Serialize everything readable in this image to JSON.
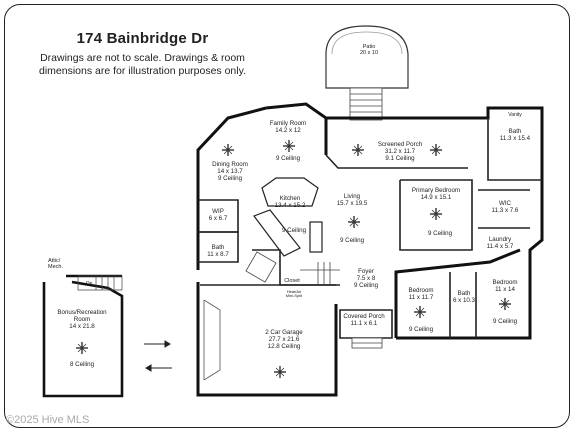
{
  "header": {
    "title": "174 Bainbridge Dr",
    "disclaimer_line1": "Drawings are not to scale. Drawings & room",
    "disclaimer_line2": "dimensions are for illustration purposes only."
  },
  "rooms": {
    "patio": {
      "name": "Patio",
      "dims": "20 x 10"
    },
    "family_room": {
      "name": "Family Room",
      "dims": "14.2 x 12",
      "ceiling": "9 Ceiling"
    },
    "screened_porch": {
      "name": "Screened Porch",
      "dims": "31.2 x 11.7",
      "ceiling": "9.1 Ceiling"
    },
    "bath_primary": {
      "name": "Bath",
      "dims": "11.3 x 15.4"
    },
    "vanity": {
      "name": "Vanity"
    },
    "dining_room": {
      "name": "Dining Room",
      "dims": "14 x 13.7",
      "ceiling": "9 Ceiling"
    },
    "kitchen": {
      "name": "Kitchen",
      "dims": "13.4 x 15.2",
      "ceiling": "9 Ceiling"
    },
    "living": {
      "name": "Living",
      "dims": "15.7 x 19.5",
      "ceiling": "9 Ceiling"
    },
    "primary_bedroom": {
      "name": "Primary Bedroom",
      "dims": "14.9 x 15.1",
      "ceiling": "9 Ceiling"
    },
    "wic": {
      "name": "WIC",
      "dims": "11.3 x 7.6"
    },
    "wip": {
      "name": "WIP",
      "dims": "6 x 6.7"
    },
    "bath_hall": {
      "name": "Bath",
      "dims": "11 x 8.7"
    },
    "laundry": {
      "name": "Laundry",
      "dims": "11.4 x 5.7"
    },
    "attic": {
      "name": "Attic/",
      "name2": "Mech."
    },
    "dn": {
      "name": "Dn"
    },
    "closet": {
      "name": "Closet"
    },
    "heat_air": {
      "name": "Heat/Air",
      "name2": "Mini-Split"
    },
    "foyer": {
      "name": "Foyer",
      "dims": "7.5 x 8",
      "ceiling": "9 Ceiling"
    },
    "bedroom2": {
      "name": "Bedroom",
      "dims": "11 x 11.7",
      "ceiling": "9 Ceiling"
    },
    "bath3": {
      "name": "Bath",
      "dims": "6 x 10.3"
    },
    "bedroom3": {
      "name": "Bedroom",
      "dims": "11 x 14",
      "ceiling": "9 Ceiling"
    },
    "bonus_room": {
      "name": "Bonus/Recreation",
      "name2": "Room",
      "dims": "14 x 21.8",
      "ceiling": "8 Ceiling"
    },
    "garage": {
      "name": "2 Car Garage",
      "dims": "27.7 x 21.6",
      "ceiling": "12.8 Ceiling"
    },
    "covered_porch": {
      "name": "Covered Porch",
      "dims": "11.1 x 6.1"
    }
  },
  "watermark": "©2025 Hive MLS"
}
